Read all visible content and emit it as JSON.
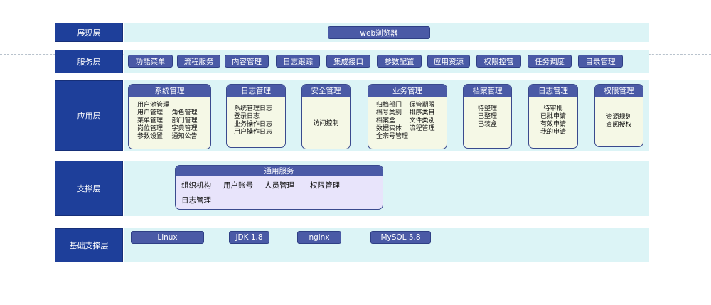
{
  "layers": {
    "presentation": {
      "label": "展现层",
      "items": [
        "web浏览器"
      ]
    },
    "service": {
      "label": "服务层",
      "items": [
        "功能菜单",
        "流程服务",
        "内容管理",
        "日志跟踪",
        "集成接口",
        "参数配置",
        "应用资源",
        "权限控管",
        "任务调度",
        "目录管理"
      ]
    },
    "application": {
      "label": "应用层",
      "modules": [
        {
          "title": "系统管理",
          "left": [
            "用户池管理",
            "用户管理",
            "菜单管理",
            "岗位管理",
            "参数设置"
          ],
          "right": [
            "",
            "角色管理",
            "部门管理",
            "字典管理",
            "通知公告"
          ]
        },
        {
          "title": "日志管理",
          "items": [
            "系统管理日志",
            "登录日志",
            "业务操作日志",
            "用户操作日志"
          ]
        },
        {
          "title": "安全管理",
          "items": [
            "访问控制"
          ]
        },
        {
          "title": "业务管理",
          "left": [
            "归档部门",
            "档号类别",
            "档案盒",
            "数据实体",
            "全宗号管理"
          ],
          "right": [
            "保管期限",
            "排序类目",
            "文件类别",
            "流程管理",
            ""
          ]
        },
        {
          "title": "档案管理",
          "items": [
            "待整理",
            "已整理",
            "已装盒"
          ]
        },
        {
          "title": "日志管理",
          "items": [
            "待审批",
            "已批申请",
            "有效申请",
            "我的申请"
          ]
        },
        {
          "title": "权限管理",
          "items": [
            "资源规划",
            "查阅授权"
          ]
        }
      ]
    },
    "support": {
      "label": "支撑层",
      "panel_title": "通用服务",
      "items": [
        "组织机构",
        "用户账号",
        "人员管理",
        "权限管理",
        "日志管理"
      ]
    },
    "base": {
      "label": "基础支撑层",
      "items": [
        "Linux",
        "JDK 1.8",
        "nginx",
        "MySOL 5.8"
      ]
    }
  }
}
